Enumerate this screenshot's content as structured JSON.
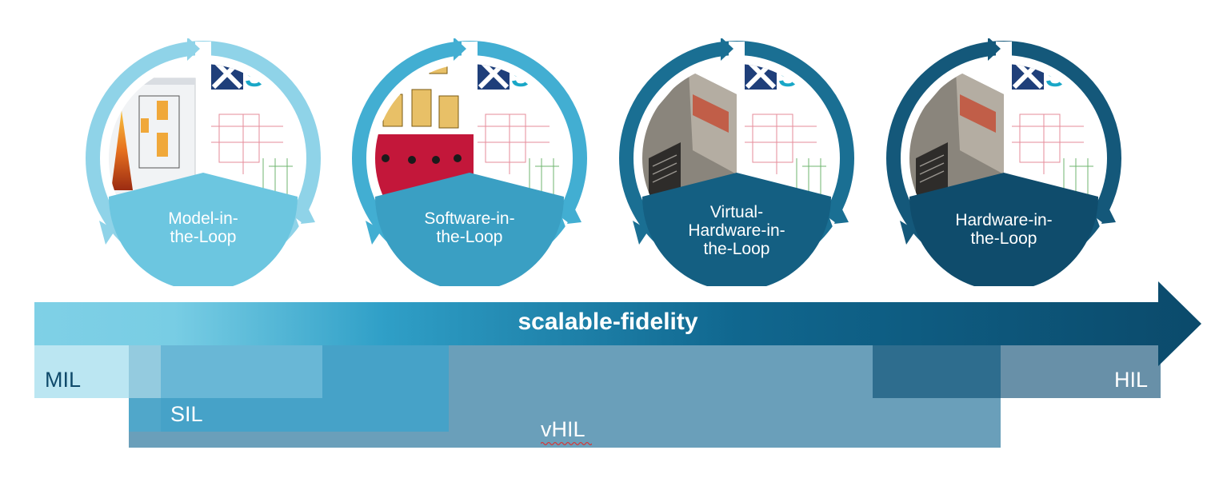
{
  "stages": [
    {
      "label_lines": [
        "Model-in-",
        "the-Loop"
      ],
      "ring": "#8fd3e8",
      "segment": "#6cc6e0",
      "screen_icon": "matlab-model-icon"
    },
    {
      "label_lines": [
        "Software-in-",
        "the-Loop"
      ],
      "ring": "#42aed2",
      "segment": "#3a9fc3",
      "screen_icon": "software-components-icon"
    },
    {
      "label_lines": [
        "Virtual-",
        "Hardware-in-",
        "the-Loop"
      ],
      "ring": "#1a6f93",
      "segment": "#145f82",
      "screen_icon": "ecu-box-icon"
    },
    {
      "label_lines": [
        "Hardware-in-",
        "the-Loop"
      ],
      "ring": "#14587a",
      "segment": "#0f4c6c",
      "screen_icon": "ecu-box-icon"
    }
  ],
  "fidelity": {
    "title": "scalable-fidelity",
    "gradient_start": "#7fd0e6",
    "gradient_end": "#0b4a6b"
  },
  "bands": {
    "mil": {
      "label": "MIL",
      "color": "#b4e3f1",
      "text_color": "#0f4a6b"
    },
    "sil": {
      "label": "SIL",
      "color": "#4ba8cd",
      "text_color": "#ffffff"
    },
    "vhil": {
      "label": "vHIL",
      "color": "#6a9fba",
      "text_color": "#ffffff"
    },
    "hil": {
      "label": "HIL",
      "color": "#6890a8",
      "text_color": "#ffffff"
    },
    "hil_overlap_color": "#2e6d8e"
  },
  "icons": {
    "panel_logo": "siemens-logo-icon",
    "panel_content": "schematic-diagram-icon"
  }
}
